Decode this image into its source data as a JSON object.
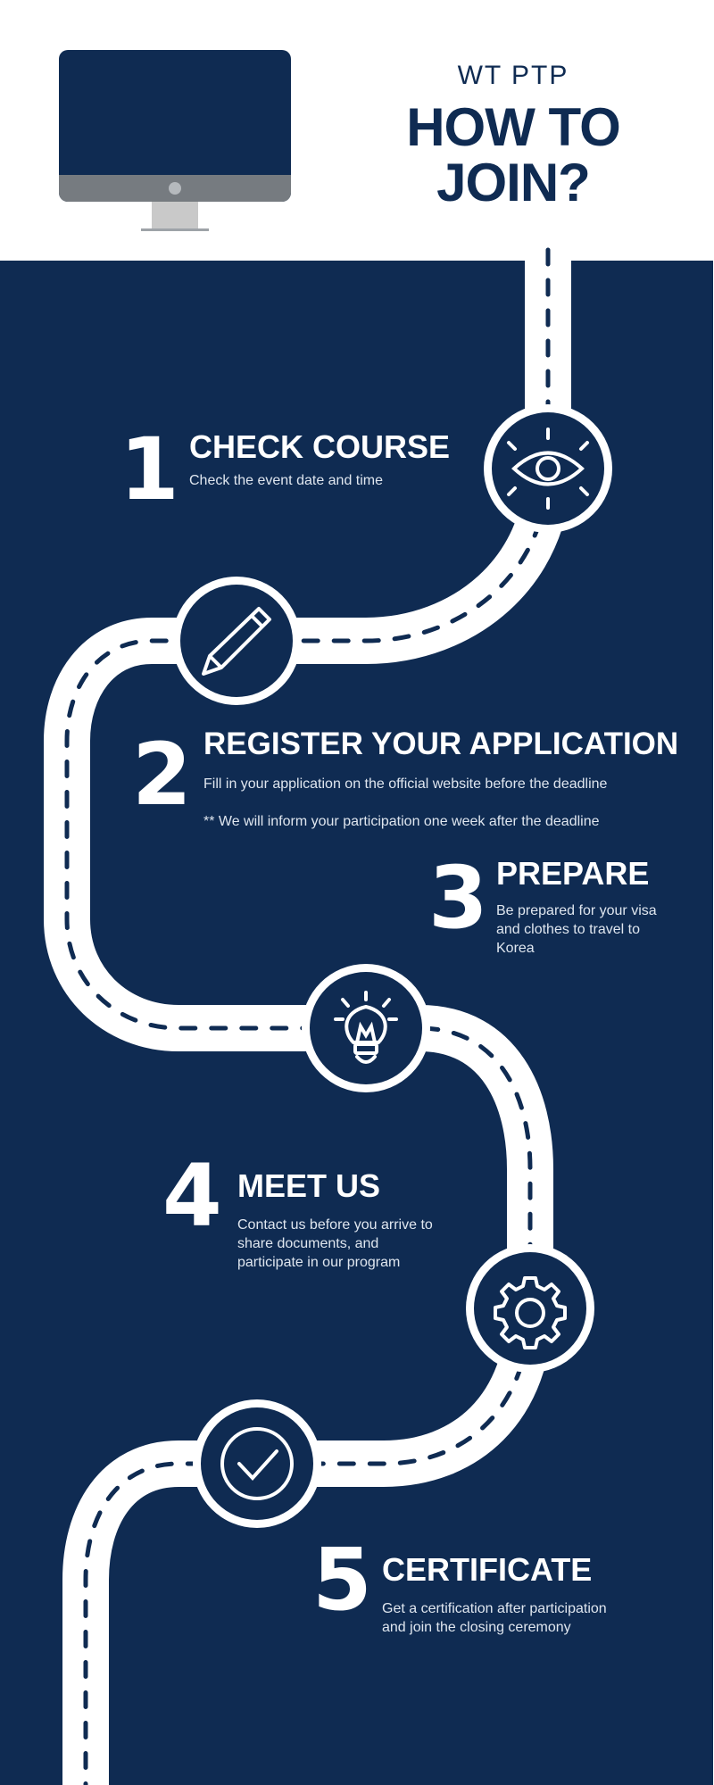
{
  "header": {
    "subtitle": "WT PTP",
    "title_line1": "HOW TO",
    "title_line2": "JOIN?"
  },
  "steps": [
    {
      "number": "1",
      "title": "CHECK COURSE",
      "desc": "Check the event date and time",
      "icon": "eye-icon"
    },
    {
      "number": "2",
      "title": "REGISTER YOUR APPLICATION",
      "desc": "Fill in your application on the official website before the deadline",
      "note": "** We will inform your participation one week after the deadline",
      "icon": "pencil-icon"
    },
    {
      "number": "3",
      "title": "PREPARE",
      "desc_lines": [
        "Be prepared for your visa",
        "and clothes to travel to",
        "Korea"
      ],
      "icon": "lightbulb-icon"
    },
    {
      "number": "4",
      "title": "MEET US",
      "desc_lines": [
        "Contact us before you arrive to",
        "share documents, and",
        "participate in our program"
      ],
      "icon": "gear-icon"
    },
    {
      "number": "5",
      "title": "CERTIFICATE",
      "desc_lines": [
        "Get a certification after participation",
        "and join the closing ceremony"
      ],
      "icon": "checkmark-icon"
    }
  ],
  "colors": {
    "navy": "#0f2b52",
    "white": "#ffffff",
    "monitor_stand": "#c9c9c9",
    "monitor_bezel": "#767b80"
  }
}
